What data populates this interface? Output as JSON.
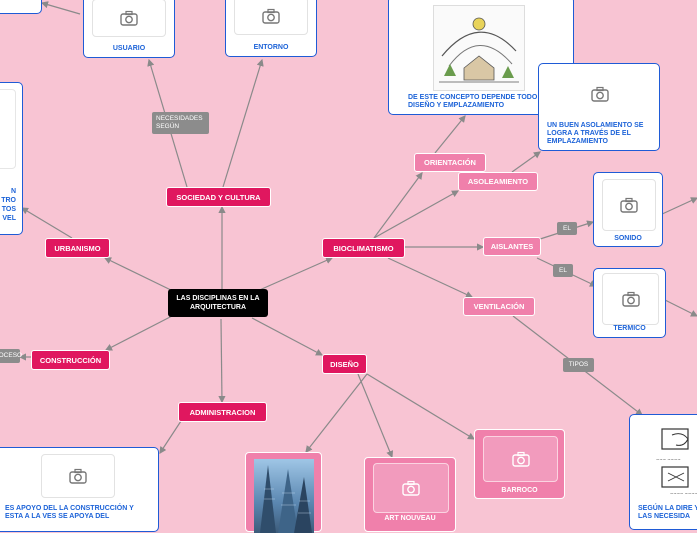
{
  "central": "LAS DISCIPLINAS EN LA ARQUITECTURA",
  "branches": {
    "sociedad": "SOCIEDAD Y CULTURA",
    "bioclimatismo": "BIOCLIMATISMO",
    "urbanismo": "URBANISMO",
    "construccion": "CONSTRUCCIÓN",
    "administracion": "ADMINISTRACION",
    "diseno": "DISEÑO"
  },
  "subtopics": {
    "orientacion": "ORIENTACIÓN",
    "asoleamiento": "ASOLEAMIENTO",
    "aislantes": "AISLANTES",
    "ventilacion": "VENTILACIÓN"
  },
  "tags": {
    "necesidades": "NECESIDADES SEGÚN",
    "el1": "EL",
    "el2": "EL",
    "tipos": "TIPOS",
    "proceso": "ROCESO"
  },
  "cards": {
    "usuario": "USUARIO",
    "entorno": "ENTORNO",
    "concepto": "DE ESTE CONCEPTO DEPENDE TODO EL DISEÑO Y EMPLAZAMIENTO",
    "asolamiento": "UN BUEN ASOLAMIENTO SE LOGRA A TRAVÉS DE EL EMPLAZAMIENTO",
    "sonido": "SONIDO",
    "termico": "TERMICO",
    "urbanismo_left": "N\nTRO\nTOS\nVEL",
    "administracion_card": "ES APOYO DEL LA CONSTRUCCIÓN Y ESTA A LA VES SE APOYA DEL",
    "direccion": "SEGÚN LA DIRE Y LAS NECESIDA"
  },
  "styles": {
    "art_nouveau": "ART NOUVEAU",
    "barroco": "BARROCO"
  },
  "colors": {
    "background": "#f8c4d3",
    "primary": "#e0175f",
    "secondary": "#f080ab",
    "card_border": "#1f5bd6",
    "card_text": "#1d63d8",
    "connector": "#8a8a8a"
  }
}
